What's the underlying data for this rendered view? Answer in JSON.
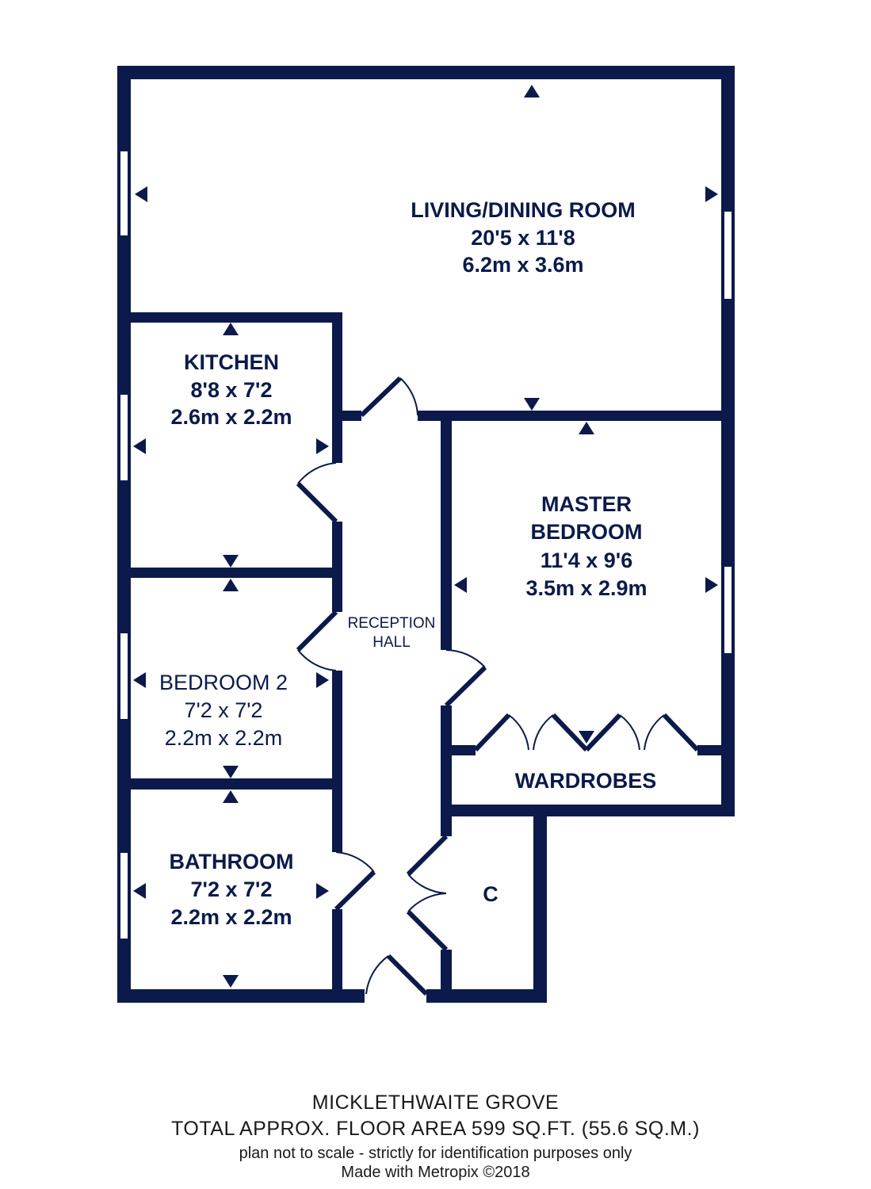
{
  "rooms": {
    "living": {
      "name": "LIVING/DINING ROOM",
      "imperial": "20'5 x 11'8",
      "metric": "6.2m x 3.6m"
    },
    "kitchen": {
      "name": "KITCHEN",
      "imperial": "8'8 x 7'2",
      "metric": "2.6m x 2.2m"
    },
    "master": {
      "name_line1": "MASTER",
      "name_line2": "BEDROOM",
      "imperial": "11'4 x 9'6",
      "metric": "3.5m x 2.9m"
    },
    "bedroom2": {
      "name": "BEDROOM 2",
      "imperial": "7'2 x 7'2",
      "metric": "2.2m x 2.2m"
    },
    "bathroom": {
      "name": "BATHROOM",
      "imperial": "7'2 x 7'2",
      "metric": "2.2m x 2.2m"
    },
    "hall": {
      "line1": "RECEPTION",
      "line2": "HALL"
    },
    "wardrobes": {
      "name": "WARDROBES"
    },
    "cupboard": {
      "name": "C"
    }
  },
  "footer": {
    "property": "MICKLETHWAITE GROVE",
    "area": "TOTAL APPROX. FLOOR AREA 599 SQ.FT. (55.6 SQ.M.)",
    "disclaimer": "plan not to scale - strictly for identification purposes only",
    "credit": "Made with Metropix ©2018"
  },
  "colors": {
    "wall": "#0b1a4a",
    "window": "#ffffff"
  }
}
